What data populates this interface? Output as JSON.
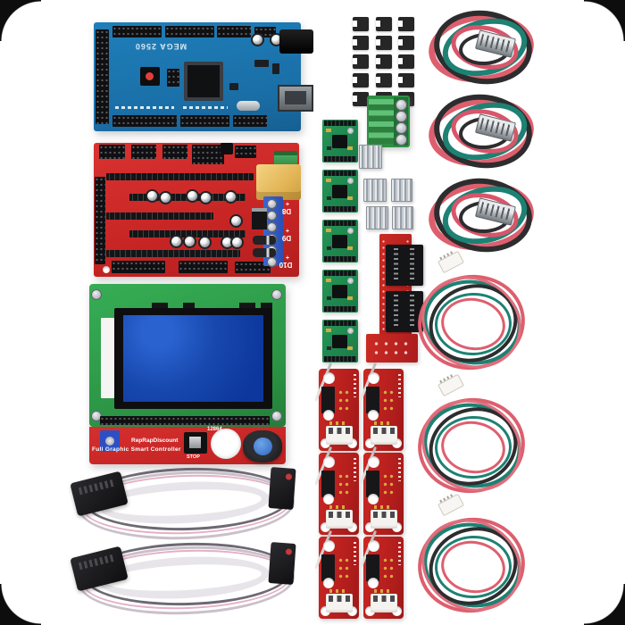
{
  "image": {
    "type": "product-photo",
    "subject": "3D printer controller electronics kit (Mega 2560 + RAMPS 1.4 + 12864 LCD)",
    "background_color": "#ffffff",
    "corner_mark_color": "#0d0d0d"
  },
  "mega_board": {
    "label": "MEGA 2560",
    "pcb_color": "#1a6ea6"
  },
  "ramps_board": {
    "pcb_color": "#c52423",
    "plus_label": "+",
    "output_labels": [
      "D8",
      "D9",
      "D10"
    ]
  },
  "lcd_module": {
    "pcb_color": "#2b9344",
    "screen_color": "#12409f",
    "panel_frame_color": "#0e0e10",
    "controller_label": "12864",
    "brand_line": "RepRapDiscount",
    "title_line": "Full Graphic Smart Controller",
    "stop_label": "STOP"
  },
  "components": {
    "jumper_caps": {
      "count": 15,
      "color": "#262626"
    },
    "power_terminal_block": {
      "count": 1,
      "screws": 4,
      "color": "#2f8f44"
    },
    "stepper_drivers": {
      "count": 5,
      "pcb_color": "#1e8f52"
    },
    "heatsinks": {
      "count": 5,
      "color": "#b7bdc4"
    },
    "lcd_smart_adapter": {
      "count": 1,
      "idc_connectors": 2,
      "pcb_color": "#c4261f"
    },
    "endstop_switches": {
      "count": 6,
      "pcb_color": "#c2201f"
    },
    "endstop_cables": {
      "count": 3,
      "wire_colors": [
        "#dd5f6e",
        "#2d2d2f",
        "#1d8173"
      ]
    },
    "stepper_motor_cables": {
      "count": 3,
      "wire_colors": [
        "#dd5f6e",
        "#1d8173",
        "#2d2d2f"
      ]
    },
    "lcd_ribbon_cables": {
      "count": 2,
      "cable_color": "#d9d5d9",
      "stripe_color": "#e3b0c4"
    }
  }
}
